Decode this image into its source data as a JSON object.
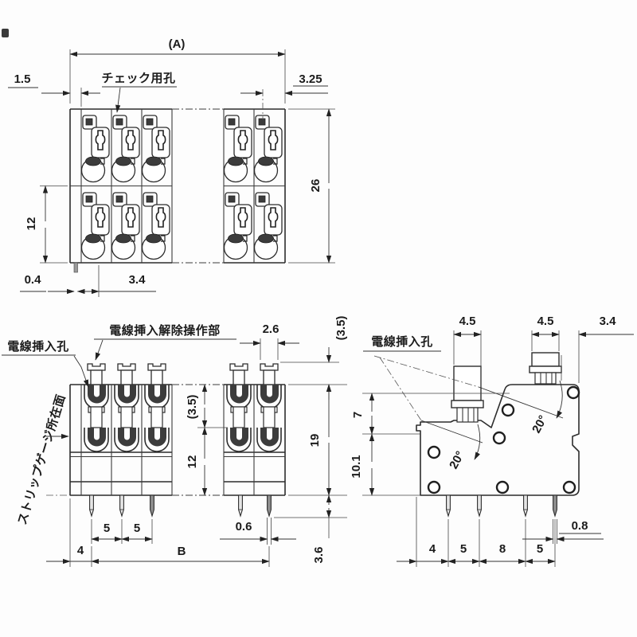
{
  "title": "terminal-block-dimension-drawing",
  "top_view": {
    "overall_width": "(A)",
    "left_margin": "1.5",
    "right_margin": "3.25",
    "check_hole_label": "チェック用孔",
    "overall_depth": "26",
    "row_depth": "12",
    "slot_width": "0.4",
    "slot_offset": "3.4"
  },
  "front_view": {
    "release_label": "電線挿入解除操作部",
    "hole_label": "電線挿入孔",
    "strip_gauge_label": "ストリップゲージ所在面",
    "button_width": "2.6",
    "button_height": "(3.5)",
    "row_offset": "(3.5)",
    "lower_height": "12",
    "body_height": "19",
    "pin_pitch_1": "5",
    "pin_pitch_2": "5",
    "pin_width": "0.6",
    "edge_to_pin": "4",
    "pin_span": "B",
    "pin_length": "3.6"
  },
  "side_view": {
    "hole_label": "電線挿入孔",
    "button1_width": "4.5",
    "button2_width": "4.5",
    "edge_margin": "3.4",
    "step_height": "7",
    "lower_height": "10.1",
    "angle1": "20°",
    "angle2": "20°",
    "pitch_1": "4",
    "pitch_2": "5",
    "pitch_3": "8",
    "pitch_4": "5",
    "pin_width": "0.8"
  }
}
